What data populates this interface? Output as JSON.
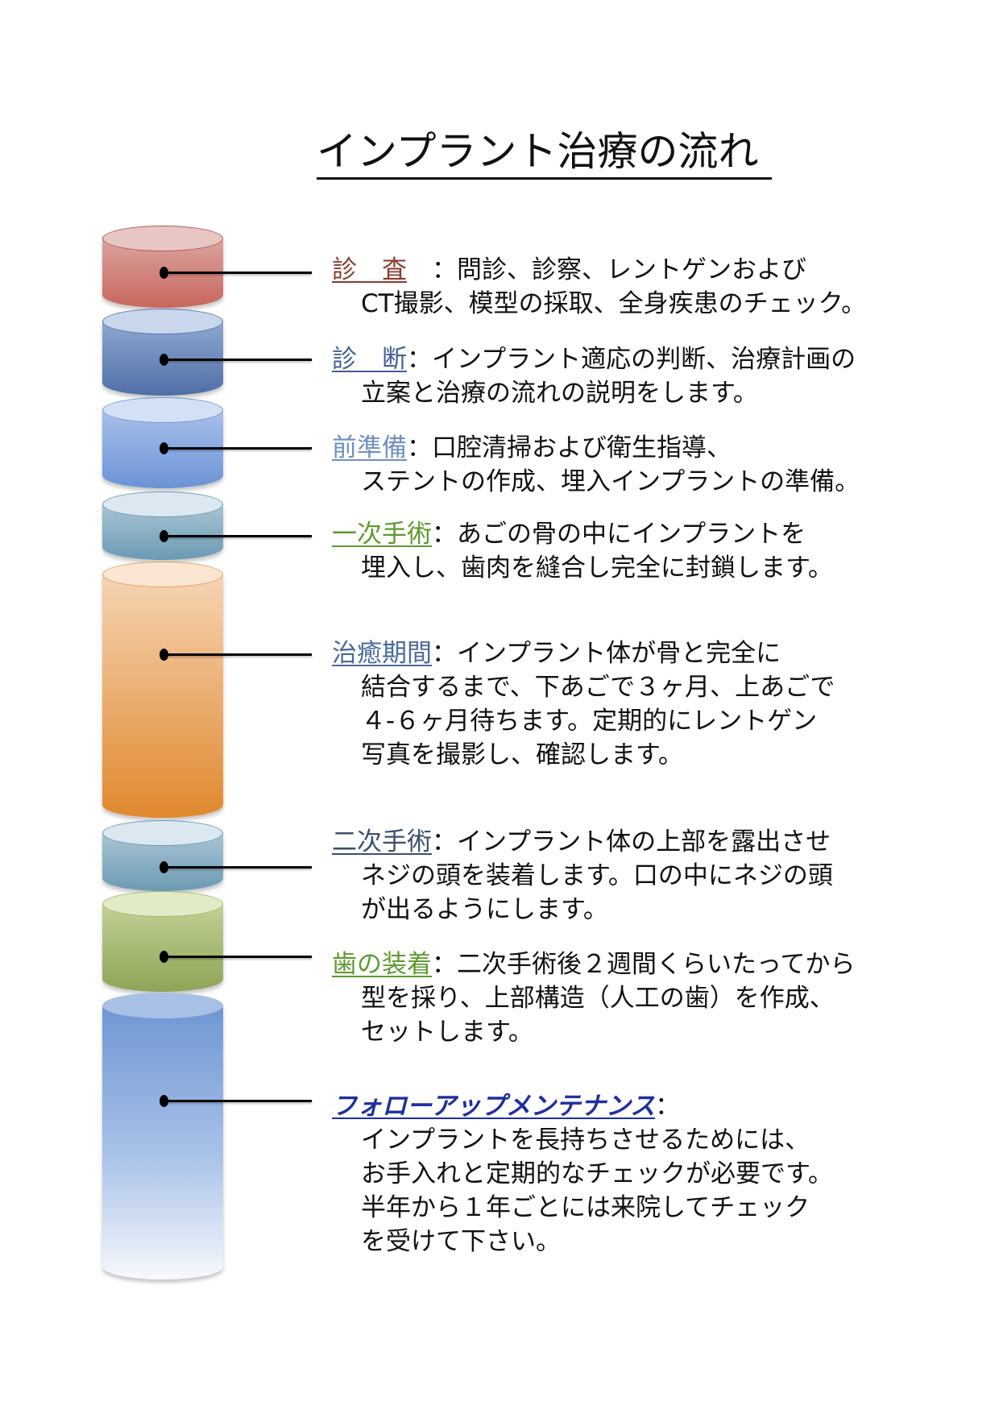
{
  "title": "インプラント治療の流れ",
  "steps": [
    {
      "heading": "診　査",
      "separator": "　：",
      "heading_color": "#8b3a2e",
      "first_line": "問診、診察、レントゲンおよび",
      "lines": [
        "CT撮影、模型の採取、全身疾患のチェック。"
      ],
      "cylinder": {
        "top_color": "#e8c6c4",
        "body_top": "#dba39f",
        "body_bottom": "#c8675d",
        "border": "#b05a52"
      }
    },
    {
      "heading": "診　断",
      "separator": "：",
      "heading_color": "#3f5f96",
      "first_line": "インプラント適応の判断、治療計画の",
      "lines": [
        "立案と治療の流れの説明をします。"
      ],
      "cylinder": {
        "top_color": "#c9d6ec",
        "body_top": "#8ea8d0",
        "body_bottom": "#4f6ea6",
        "border": "#5c77a8"
      }
    },
    {
      "heading": "前準備",
      "separator": "：",
      "heading_color": "#6f8fc2",
      "first_line": "口腔清掃および衛生指導、",
      "lines": [
        "ステントの作成、埋入インプラントの準備。"
      ],
      "cylinder": {
        "top_color": "#d4e0f5",
        "body_top": "#a9c0ea",
        "body_bottom": "#6b93d6",
        "border": "#7097cf"
      }
    },
    {
      "heading": "一次手術",
      "separator": "：",
      "heading_color": "#5e9a2e",
      "first_line": "あごの骨の中にインプラントを",
      "lines": [
        "埋入し、歯肉を縫合し完全に封鎖します。"
      ],
      "cylinder": {
        "top_color": "#dbe8ef",
        "body_top": "#a9c5d4",
        "body_bottom": "#6b9ab4",
        "border": "#6f98b0"
      }
    },
    {
      "heading": "治癒期間",
      "separator": "：",
      "heading_color": "#4a6a9a",
      "first_line": "インプラント体が骨と完全に",
      "lines": [
        "結合するまで、下あごで３ヶ月、上あごで",
        "４-６ヶ月待ちます。定期的にレントゲン",
        "写真を撮影し、確認します。"
      ],
      "cylinder": {
        "top_color": "#fbe6d3",
        "body_top": "#f6d4b4",
        "body_bottom": "#e0892e",
        "border": "#e0a060"
      }
    },
    {
      "heading": "二次手術",
      "separator": "：",
      "heading_color": "#3c4f6e",
      "first_line": "インプラント体の上部を露出させ",
      "lines": [
        "ネジの頭を装着します。口の中にネジの頭",
        "が出るようにします。"
      ],
      "cylinder": {
        "top_color": "#dbe8ef",
        "body_top": "#a9c5d4",
        "body_bottom": "#6b9ab4",
        "border": "#6f98b0"
      }
    },
    {
      "heading": "歯の装着",
      "separator": "：",
      "heading_color": "#5e9a2e",
      "first_line": "二次手術後２週間くらいたってから",
      "lines": [
        "型を採り、上部構造（人工の歯）を作成、",
        "セットします。"
      ],
      "cylinder": {
        "top_color": "#e2ebc8",
        "body_top": "#c2d196",
        "body_bottom": "#8ea457",
        "border": "#a4b870"
      }
    },
    {
      "heading": "フォローアップメンテナンス",
      "separator": "：",
      "heading_color": "#1f2fa0",
      "first_line": "",
      "lines": [
        "インプラントを長持ちさせるためには、",
        "お手入れと定期的なチェックが必要です。",
        "半年から１年ごとには来院してチェック",
        "を受けて下さい。"
      ],
      "cylinder": {
        "top_color": "#a8c0e6",
        "body_top": "#7b9fd8",
        "body_bottom": "#f6f8fc",
        "border": "#a8c0e6"
      }
    }
  ]
}
